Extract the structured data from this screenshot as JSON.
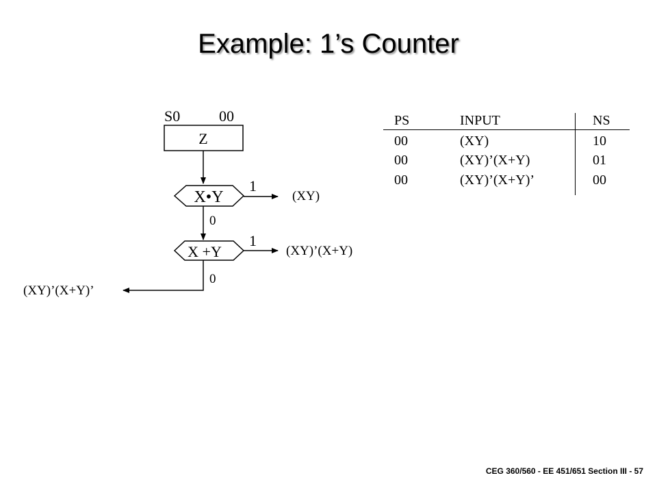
{
  "title": "Example: 1’s Counter",
  "footer": "CEG 360/560 - EE 451/651 Section III - 57",
  "state": {
    "name": "S0",
    "code": "00",
    "output": "Z"
  },
  "decisions": [
    {
      "condition": "X•Y",
      "true_label": "1",
      "true_exit": "(XY)",
      "false_label": "0"
    },
    {
      "condition": "X +Y",
      "true_label": "1",
      "true_exit": "(XY)’(X+Y)",
      "false_label": "0",
      "false_exit": "(XY)’(X+Y)’"
    }
  ],
  "table": {
    "headers": [
      "PS",
      "INPUT",
      "NS"
    ],
    "rows": [
      [
        "00",
        "(XY)",
        "10"
      ],
      [
        "00",
        "(XY)’(X+Y)",
        "01"
      ],
      [
        "00",
        "(XY)’(X+Y)’",
        "00"
      ]
    ]
  }
}
